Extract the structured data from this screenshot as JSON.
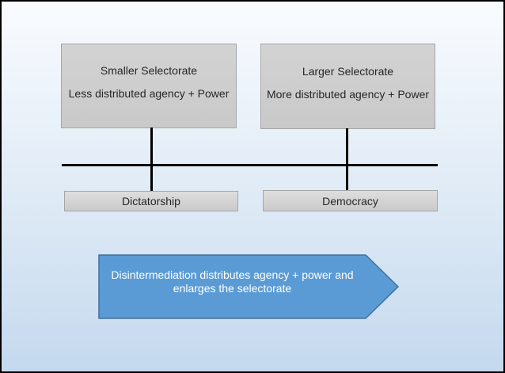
{
  "diagram": {
    "top_boxes": [
      {
        "title": "Smaller Selectorate",
        "subtitle": "Less distributed agency + Power"
      },
      {
        "title": "Larger Selectorate",
        "subtitle": "More distributed agency + Power"
      }
    ],
    "bottom_boxes": [
      {
        "label": "Dictatorship"
      },
      {
        "label": "Democracy"
      }
    ],
    "arrow": {
      "line1": "Disintermediation distributes agency + power and",
      "line2": "enlarges the selectorate"
    },
    "colors": {
      "arrow_fill": "#5B9BD5",
      "arrow_border": "#41719C",
      "arrow_text": "#FFFFFF",
      "box_fill": "#CCCCCC",
      "box_border": "#A6A6A6",
      "box_text": "#262626",
      "axis_line": "#000000",
      "background_top": "#F9FBFE",
      "background_bottom": "#C4D9EE",
      "canvas_border": "#000000"
    }
  }
}
